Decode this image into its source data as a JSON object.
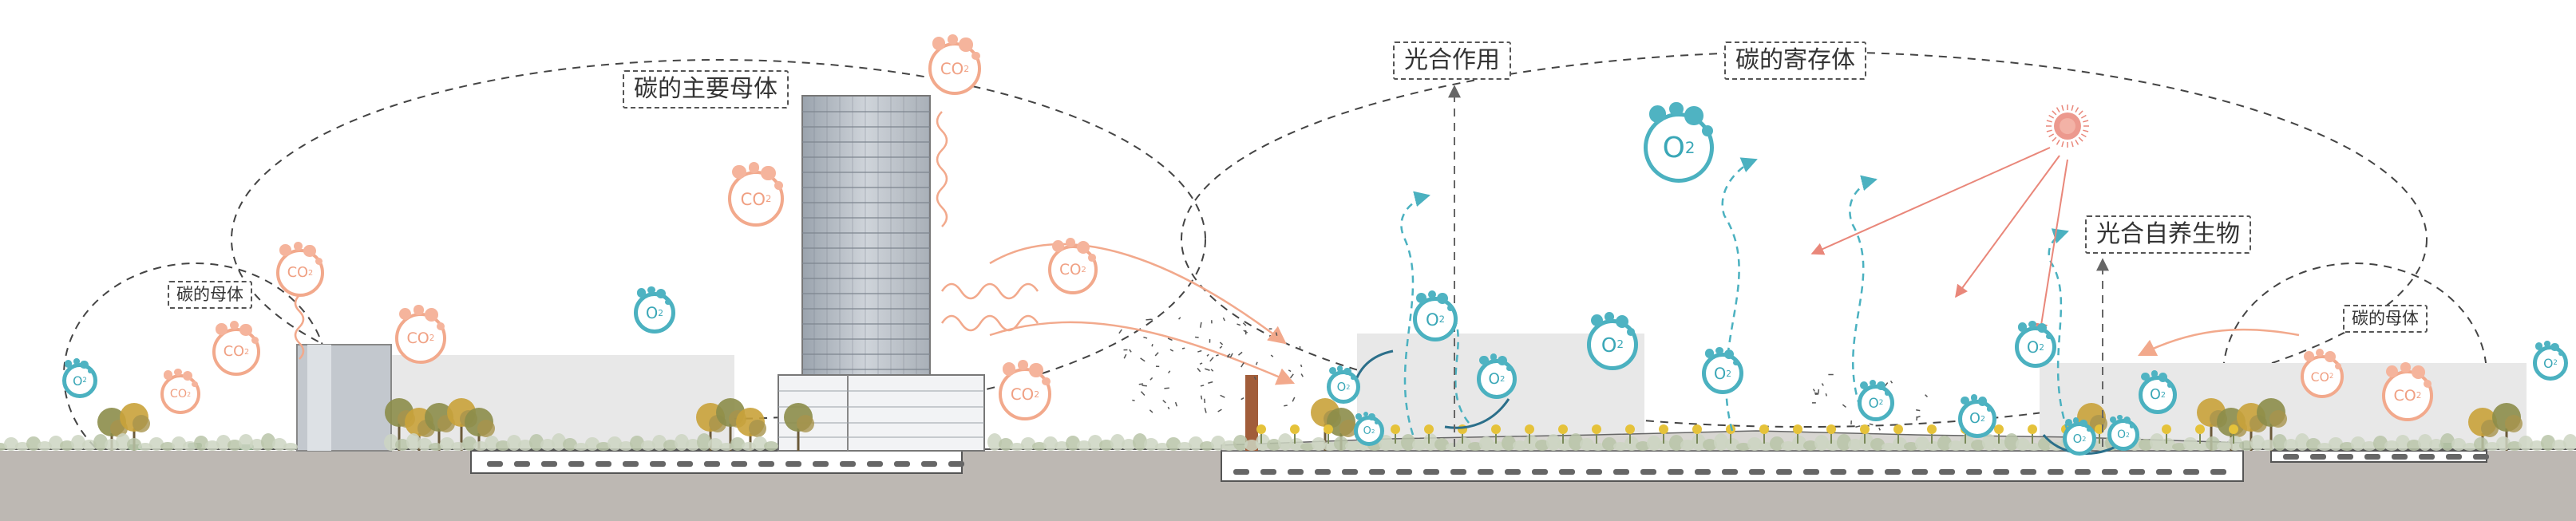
{
  "labels": {
    "carbon_main_matrix": "碳的主要母体",
    "photosynthesis": "光合作用",
    "carbon_storage": "碳的寄存体",
    "photoautotroph": "光合自养生物",
    "carbon_matrix_left": "碳的母体",
    "carbon_matrix_right": "碳的母体"
  },
  "molecules": {
    "co2": {
      "main": "CO",
      "sub": "2"
    },
    "o2": {
      "main": "O",
      "sub": "2"
    }
  },
  "colors": {
    "co2": "#f2a98c",
    "o2": "#4bb1c0",
    "ground": "#bdb8b3",
    "building": "#c9ccd1",
    "tree": "#c9a23a",
    "sun": "#e9877a"
  },
  "icons": [
    "sun-icon",
    "co2-molecule-icon",
    "o2-molecule-icon",
    "tree-icon",
    "car-icon",
    "arrow-icon"
  ]
}
